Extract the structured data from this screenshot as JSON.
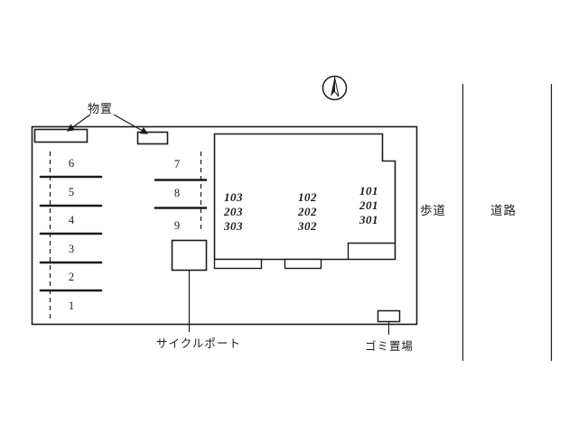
{
  "colors": {
    "ink": "#1b1b1b",
    "background": "#ffffff"
  },
  "labels": {
    "storage": "物置",
    "cycle_port": "サイクルポート",
    "garbage": "ゴミ置場",
    "sidewalk": "歩道",
    "road": "道路"
  },
  "compass": {
    "icon": "north-arrow-compass"
  },
  "parking": {
    "left_column": [
      "6",
      "5",
      "4",
      "3",
      "2",
      "1"
    ],
    "right_column": [
      "7",
      "8",
      "9"
    ]
  },
  "building": {
    "stacks": [
      {
        "units": [
          "103",
          "203",
          "303"
        ]
      },
      {
        "units": [
          "102",
          "202",
          "302"
        ]
      },
      {
        "units": [
          "101",
          "201",
          "301"
        ]
      }
    ]
  }
}
